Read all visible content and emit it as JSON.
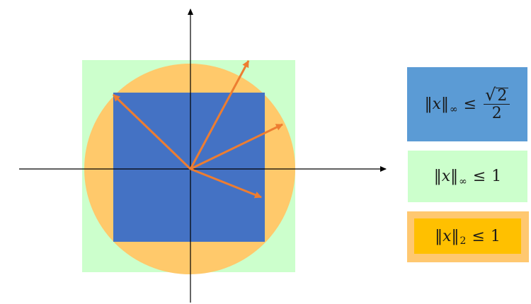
{
  "diagram": {
    "colors": {
      "linf_ball": "#ccffcc",
      "l2_ball": "#ffc96b",
      "scaled_linf_ball": "#4472c4",
      "vectors": "#ed7d31",
      "axes": "#000000"
    }
  },
  "legend": {
    "scaled_inf": {
      "norm": "‖x‖",
      "sub": "∞",
      "rel": "≤",
      "sqrt": "√",
      "num": "2",
      "den": "2"
    },
    "inf": {
      "norm": "‖x‖",
      "sub": "∞",
      "rel": "≤",
      "rhs": "1"
    },
    "l2": {
      "norm": "‖x‖",
      "sub": "2",
      "rel": "≤",
      "rhs": "1"
    }
  }
}
